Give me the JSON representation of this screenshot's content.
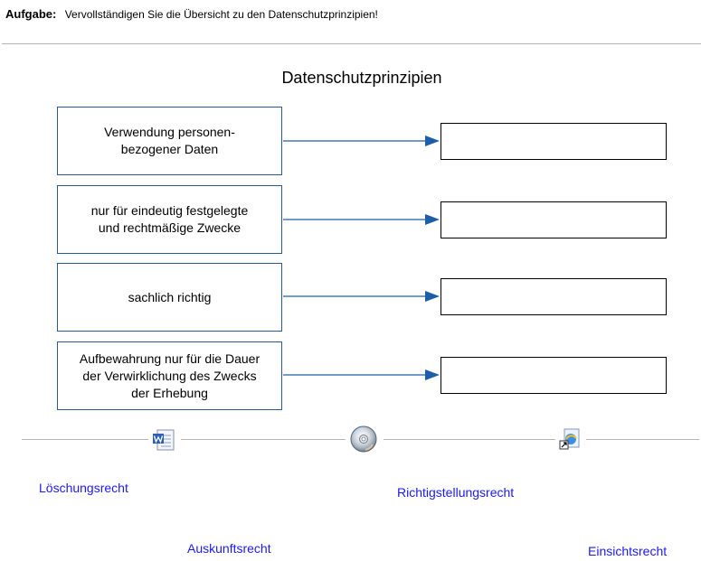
{
  "task": {
    "label": "Aufgabe:",
    "text": "Vervollständigen Sie die Übersicht zu den Datenschutzprinzipien!"
  },
  "diagram": {
    "title": "Datenschutzprinzipien",
    "principles": [
      "Verwendung personen-\nbezogener Daten",
      "nur für eindeutig festgelegte\nund rechtmäßige Zwecke",
      "sachlich richtig",
      "Aufbewahrung nur für die Dauer\nder Verwirklichung des Zwecks\nder Erhebung"
    ]
  },
  "toolbar": {
    "icons": [
      "word-document-icon",
      "cd-disc-icon",
      "internet-explorer-shortcut-icon"
    ]
  },
  "answers": [
    "Löschungsrecht",
    "Richtigstellungsrecht",
    "Auskunftsrecht",
    "Einsichtsrecht"
  ],
  "colors": {
    "arrow": "#1d5ea8",
    "box_border": "#2a5a93",
    "answer_link": "#1a1aff"
  }
}
